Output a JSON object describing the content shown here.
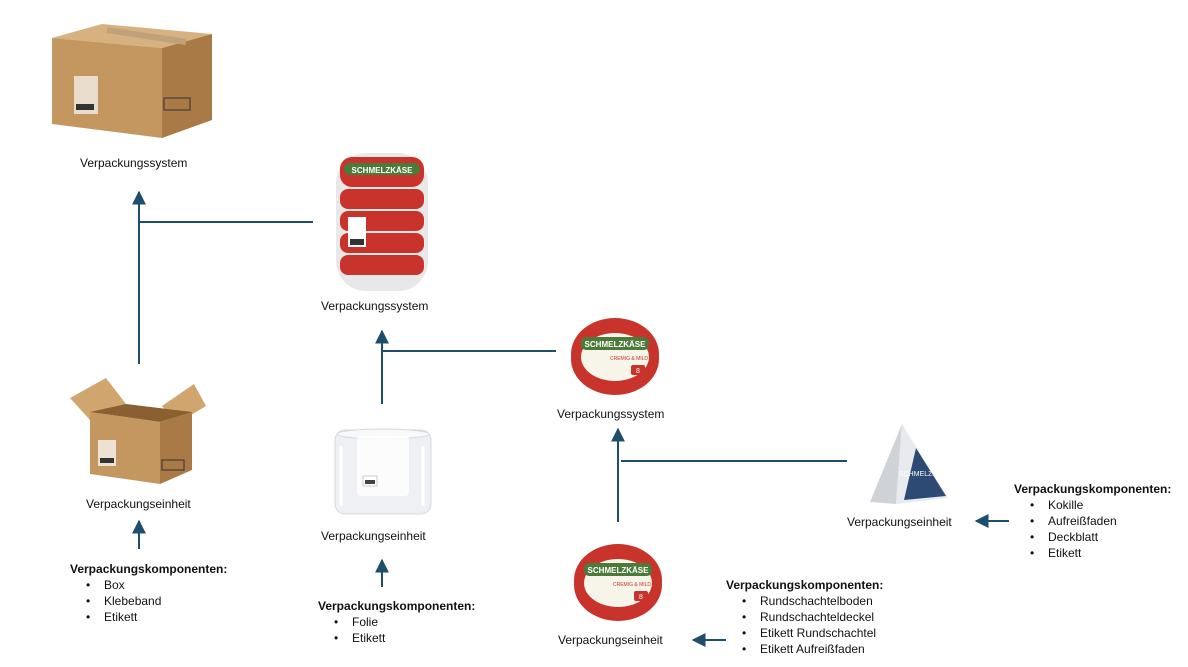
{
  "colors": {
    "connector": "#1f4e6b",
    "cardboard": "#c59a66",
    "label_red": "#c8342c",
    "label_green": "#4c7a3a",
    "pyramid_blue": "#2c4a73"
  },
  "brand": {
    "cheese_name": "SCHMELZKÄSE",
    "cheese_name_split": "SCHMELZ KÄSE",
    "flavor": "CREMIG & MILD",
    "portions": "8"
  },
  "nodes": [
    {
      "id": "outer-box",
      "icon": "shipping-box-icon",
      "label": "Verpackungssystem"
    },
    {
      "id": "stack",
      "icon": "cheese-stack-icon",
      "label": "Verpackungssystem"
    },
    {
      "id": "single-box-top",
      "icon": "round-cheese-box-icon",
      "label": "Verpackungssystem"
    },
    {
      "id": "open-box",
      "icon": "open-box-icon",
      "label": "Verpackungseinheit"
    },
    {
      "id": "film",
      "icon": "shrink-film-icon",
      "label": "Verpackungseinheit"
    },
    {
      "id": "pyramid",
      "icon": "cheese-portion-icon",
      "label": "Verpackungseinheit"
    },
    {
      "id": "single-box-bottom",
      "icon": "round-cheese-box-icon",
      "label": "Verpackungseinheit"
    }
  ],
  "components": [
    {
      "id": "box-components",
      "title": "Verpackungskomponenten:",
      "items": [
        "Box",
        "Klebeband",
        "Etikett"
      ]
    },
    {
      "id": "film-components",
      "title": "Verpackungskomponenten:",
      "items": [
        "Folie",
        "Etikett"
      ]
    },
    {
      "id": "round-box-components",
      "title": "Verpackungskomponenten:",
      "items": [
        "Rundschachtelboden",
        "Rundschachteldeckel",
        "Etikett Rundschachtel",
        "Etikett Aufreißfaden"
      ]
    },
    {
      "id": "portion-components",
      "title": "Verpackungskomponenten:",
      "items": [
        "Kokille",
        "Aufreißfaden",
        "Deckblatt",
        "Etikett"
      ]
    }
  ]
}
